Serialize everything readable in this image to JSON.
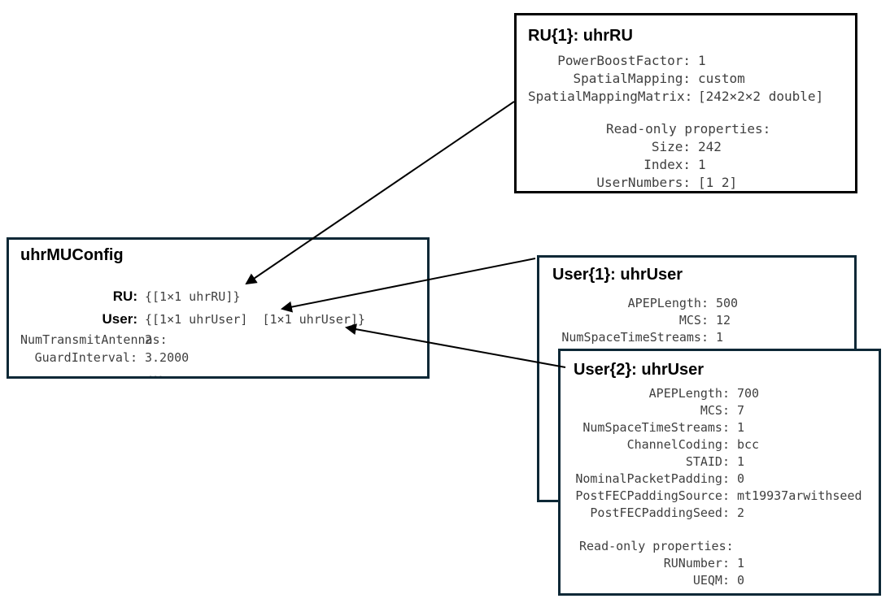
{
  "colors": {
    "ru_box_border": "#000000",
    "other_box_border": "#0d2836",
    "title_text": "#000000",
    "property_text": "#3f3f3f",
    "arrow": "#000000",
    "background": "#ffffff"
  },
  "mu_config": {
    "title": "uhrMUConfig",
    "ru_label": "RU",
    "ru_value": "{[1×1 uhrRU]}",
    "user_label": "User",
    "user_value": "{[1×1 uhrUser]  [1×1 uhrUser]}",
    "rows": [
      {
        "label": "NumTransmitAntennas",
        "value": "2"
      },
      {
        "label": "GuardInterval",
        "value": "3.2000"
      }
    ],
    "ellipsis": "..."
  },
  "ru_box": {
    "title": "RU{1}: uhrRU",
    "rows": [
      {
        "label": "PowerBoostFactor",
        "value": "1"
      },
      {
        "label": "SpatialMapping",
        "value": "custom"
      },
      {
        "label": "SpatialMappingMatrix",
        "value": "[242×2×2 double]"
      }
    ],
    "readonly_header": "Read-only properties:",
    "readonly_rows": [
      {
        "label": "Size",
        "value": "242"
      },
      {
        "label": "Index",
        "value": "1"
      },
      {
        "label": "UserNumbers",
        "value": "[1 2]"
      }
    ]
  },
  "user1_box": {
    "title": "User{1}: uhrUser",
    "rows": [
      {
        "label": "APEPLength",
        "value": "500"
      },
      {
        "label": "MCS",
        "value": "12"
      },
      {
        "label": "NumSpaceTimeStreams",
        "value": "1"
      }
    ]
  },
  "user2_box": {
    "title": "User{2}: uhrUser",
    "rows": [
      {
        "label": "APEPLength",
        "value": "700"
      },
      {
        "label": "MCS",
        "value": "7"
      },
      {
        "label": "NumSpaceTimeStreams",
        "value": "1"
      },
      {
        "label": "ChannelCoding",
        "value": "bcc"
      },
      {
        "label": "STAID",
        "value": "1"
      },
      {
        "label": "NominalPacketPadding",
        "value": "0"
      },
      {
        "label": "PostFECPaddingSource",
        "value": "mt19937arwithseed"
      },
      {
        "label": "PostFECPaddingSeed",
        "value": "2"
      }
    ],
    "readonly_header": "Read-only properties:",
    "readonly_rows": [
      {
        "label": "RUNumber",
        "value": "1"
      },
      {
        "label": "UEQM",
        "value": "0"
      }
    ]
  }
}
